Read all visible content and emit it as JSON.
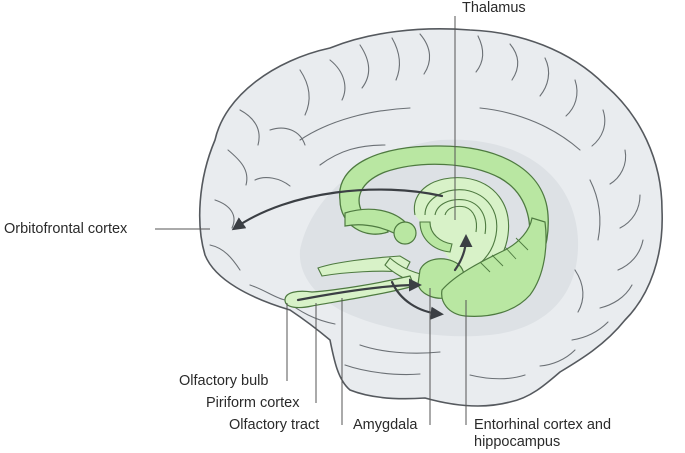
{
  "labels": {
    "thalamus": "Thalamus",
    "orbitofrontal_cortex": "Orbitofrontal cortex",
    "olfactory_bulb": "Olfactory bulb",
    "piriform_cortex": "Piriform cortex",
    "olfactory_tract": "Olfactory tract",
    "amygdala": "Amygdala",
    "entorhinal_line1": "Entorhinal cortex and",
    "entorhinal_line2": "hippocampus"
  },
  "colors": {
    "brain_fill": "#e9ecef",
    "brain_stroke": "#55595e",
    "sulci": "#6b7075",
    "limbic_fill": "#b9e7a2",
    "limbic_light": "#d8f2c8",
    "limbic_stroke": "#4e7a40",
    "arrow": "#3b3f44",
    "leader": "#555555",
    "text": "#2a2a2a"
  }
}
